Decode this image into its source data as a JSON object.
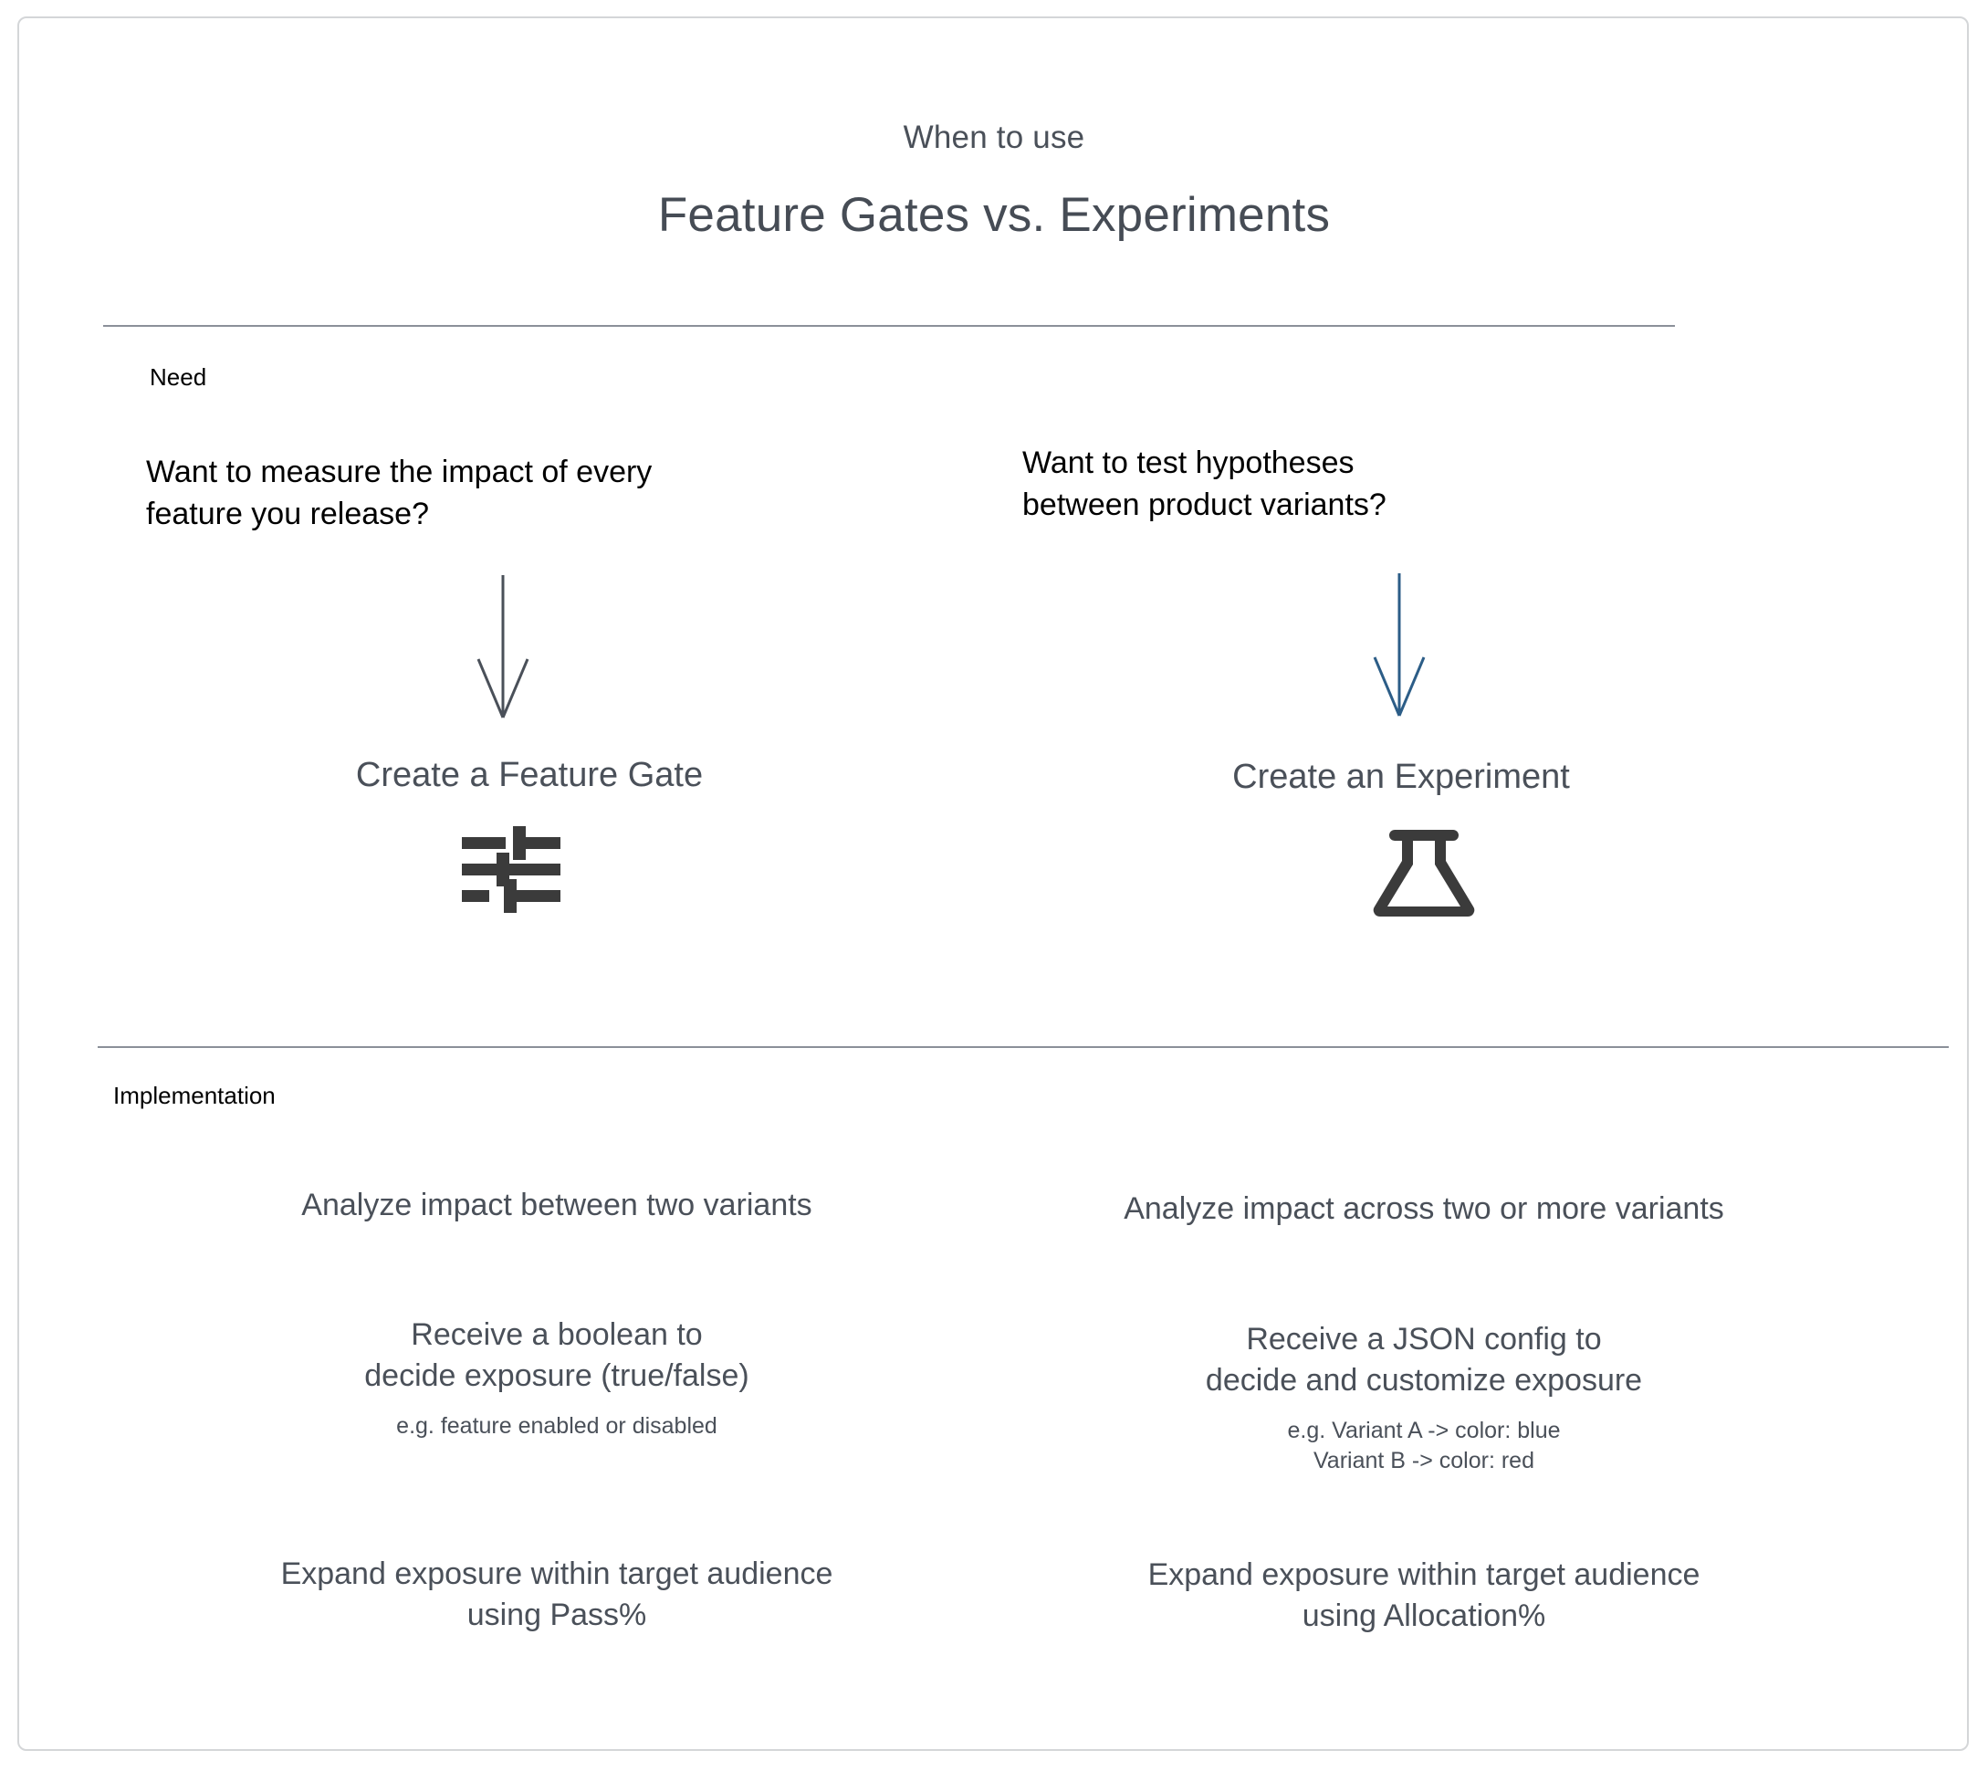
{
  "header": {
    "eyebrow": "When to use",
    "title": "Feature Gates vs. Experiments"
  },
  "sections": {
    "need_label": "Need",
    "implementation_label": "Implementation"
  },
  "colors": {
    "title_text": "#464c55",
    "body_text": "#4a5059",
    "emphasis_text": "#000000",
    "arrow_left": "#4a5059",
    "arrow_right": "#2c5d87",
    "divider": "#8b9099",
    "frame_border": "#d4d6d8",
    "icon": "#3b3b3b",
    "background": "#ffffff"
  },
  "need": {
    "left": {
      "question_line1": "Want to measure the impact of every",
      "question_line2": "feature you release?",
      "arrow_icon": "arrow-down-icon",
      "caption": "Create a Feature Gate",
      "icon": "sliders-tune-icon"
    },
    "right": {
      "question_line1": "Want to test hypotheses",
      "question_line2": "between product variants?",
      "arrow_icon": "arrow-down-icon",
      "caption": "Create an Experiment",
      "icon": "flask-icon"
    }
  },
  "implementation": {
    "left": [
      {
        "main_line1": "Analyze impact between two variants",
        "main_line2": "",
        "sub_line1": "",
        "sub_line2": ""
      },
      {
        "main_line1": "Receive a boolean to",
        "main_line2": "decide exposure (true/false)",
        "sub_line1": "e.g. feature enabled or disabled",
        "sub_line2": ""
      },
      {
        "main_line1": "Expand exposure within target audience",
        "main_line2": "using Pass%",
        "sub_line1": "",
        "sub_line2": ""
      }
    ],
    "right": [
      {
        "main_line1": "Analyze impact across two or more variants",
        "main_line2": "",
        "sub_line1": "",
        "sub_line2": ""
      },
      {
        "main_line1": "Receive a JSON config to",
        "main_line2": "decide and customize exposure",
        "sub_line1": "e.g. Variant A -> color: blue",
        "sub_line2": "Variant B -> color: red"
      },
      {
        "main_line1": "Expand exposure within target audience",
        "main_line2": "using Allocation%",
        "sub_line1": "",
        "sub_line2": ""
      }
    ]
  }
}
